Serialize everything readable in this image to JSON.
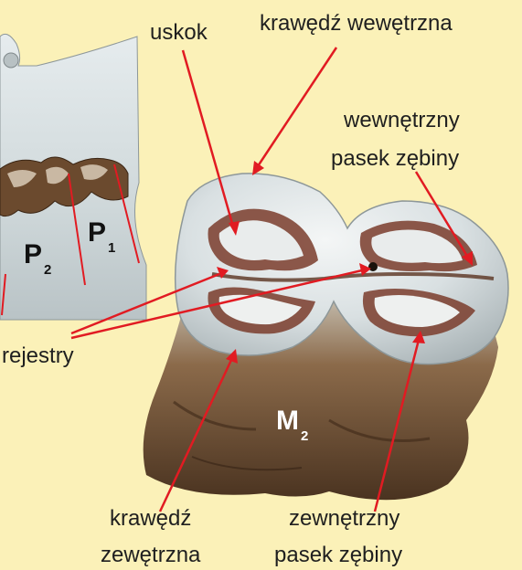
{
  "labels": {
    "uskok": "uskok",
    "krawedz_wewnetrzna": "krawędź wewętrzna",
    "wewnetrzny_pasek_line1": "wewnętrzny",
    "wewnetrzny_pasek_line2": "pasek zębiny",
    "rejestry": "rejestry",
    "krawedz_zewnetrzna_line1": "krawędź",
    "krawedz_zewnetrzna_line2": "zewętrzna",
    "zewnetrzny_pasek_line1": "zewnętrzny",
    "zewnetrzny_pasek_line2": "pasek zębiny"
  },
  "teeth": {
    "m2": {
      "letter": "M",
      "index": "2"
    },
    "p2": {
      "letter": "P",
      "index": "2"
    },
    "p1": {
      "letter": "P",
      "index": "1"
    }
  },
  "colors": {
    "background": "#fbf1b8",
    "annotation": "#e11b22",
    "label_text": "#1f1f1f",
    "tooth_label": "#ffffff",
    "jaw_label": "#111111"
  }
}
